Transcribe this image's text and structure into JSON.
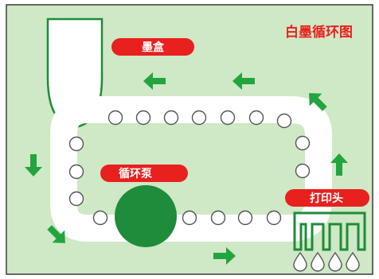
{
  "title": "白墨循环图",
  "labels": {
    "ink_cartridge": "墨盒",
    "circulation_pump": "循环泵",
    "print_head": "打印头"
  },
  "colors": {
    "background": "#cfe8c5",
    "accent_red": "#e8201e",
    "title_red": "#e8201e",
    "green": "#22a53f",
    "dark_green": "#1e8c3a",
    "track": "#ffffff",
    "border": "#3a3a3a"
  },
  "icons": {
    "flow_arrow": "arrow-icon",
    "ink_drop": "ink-drop-icon"
  }
}
